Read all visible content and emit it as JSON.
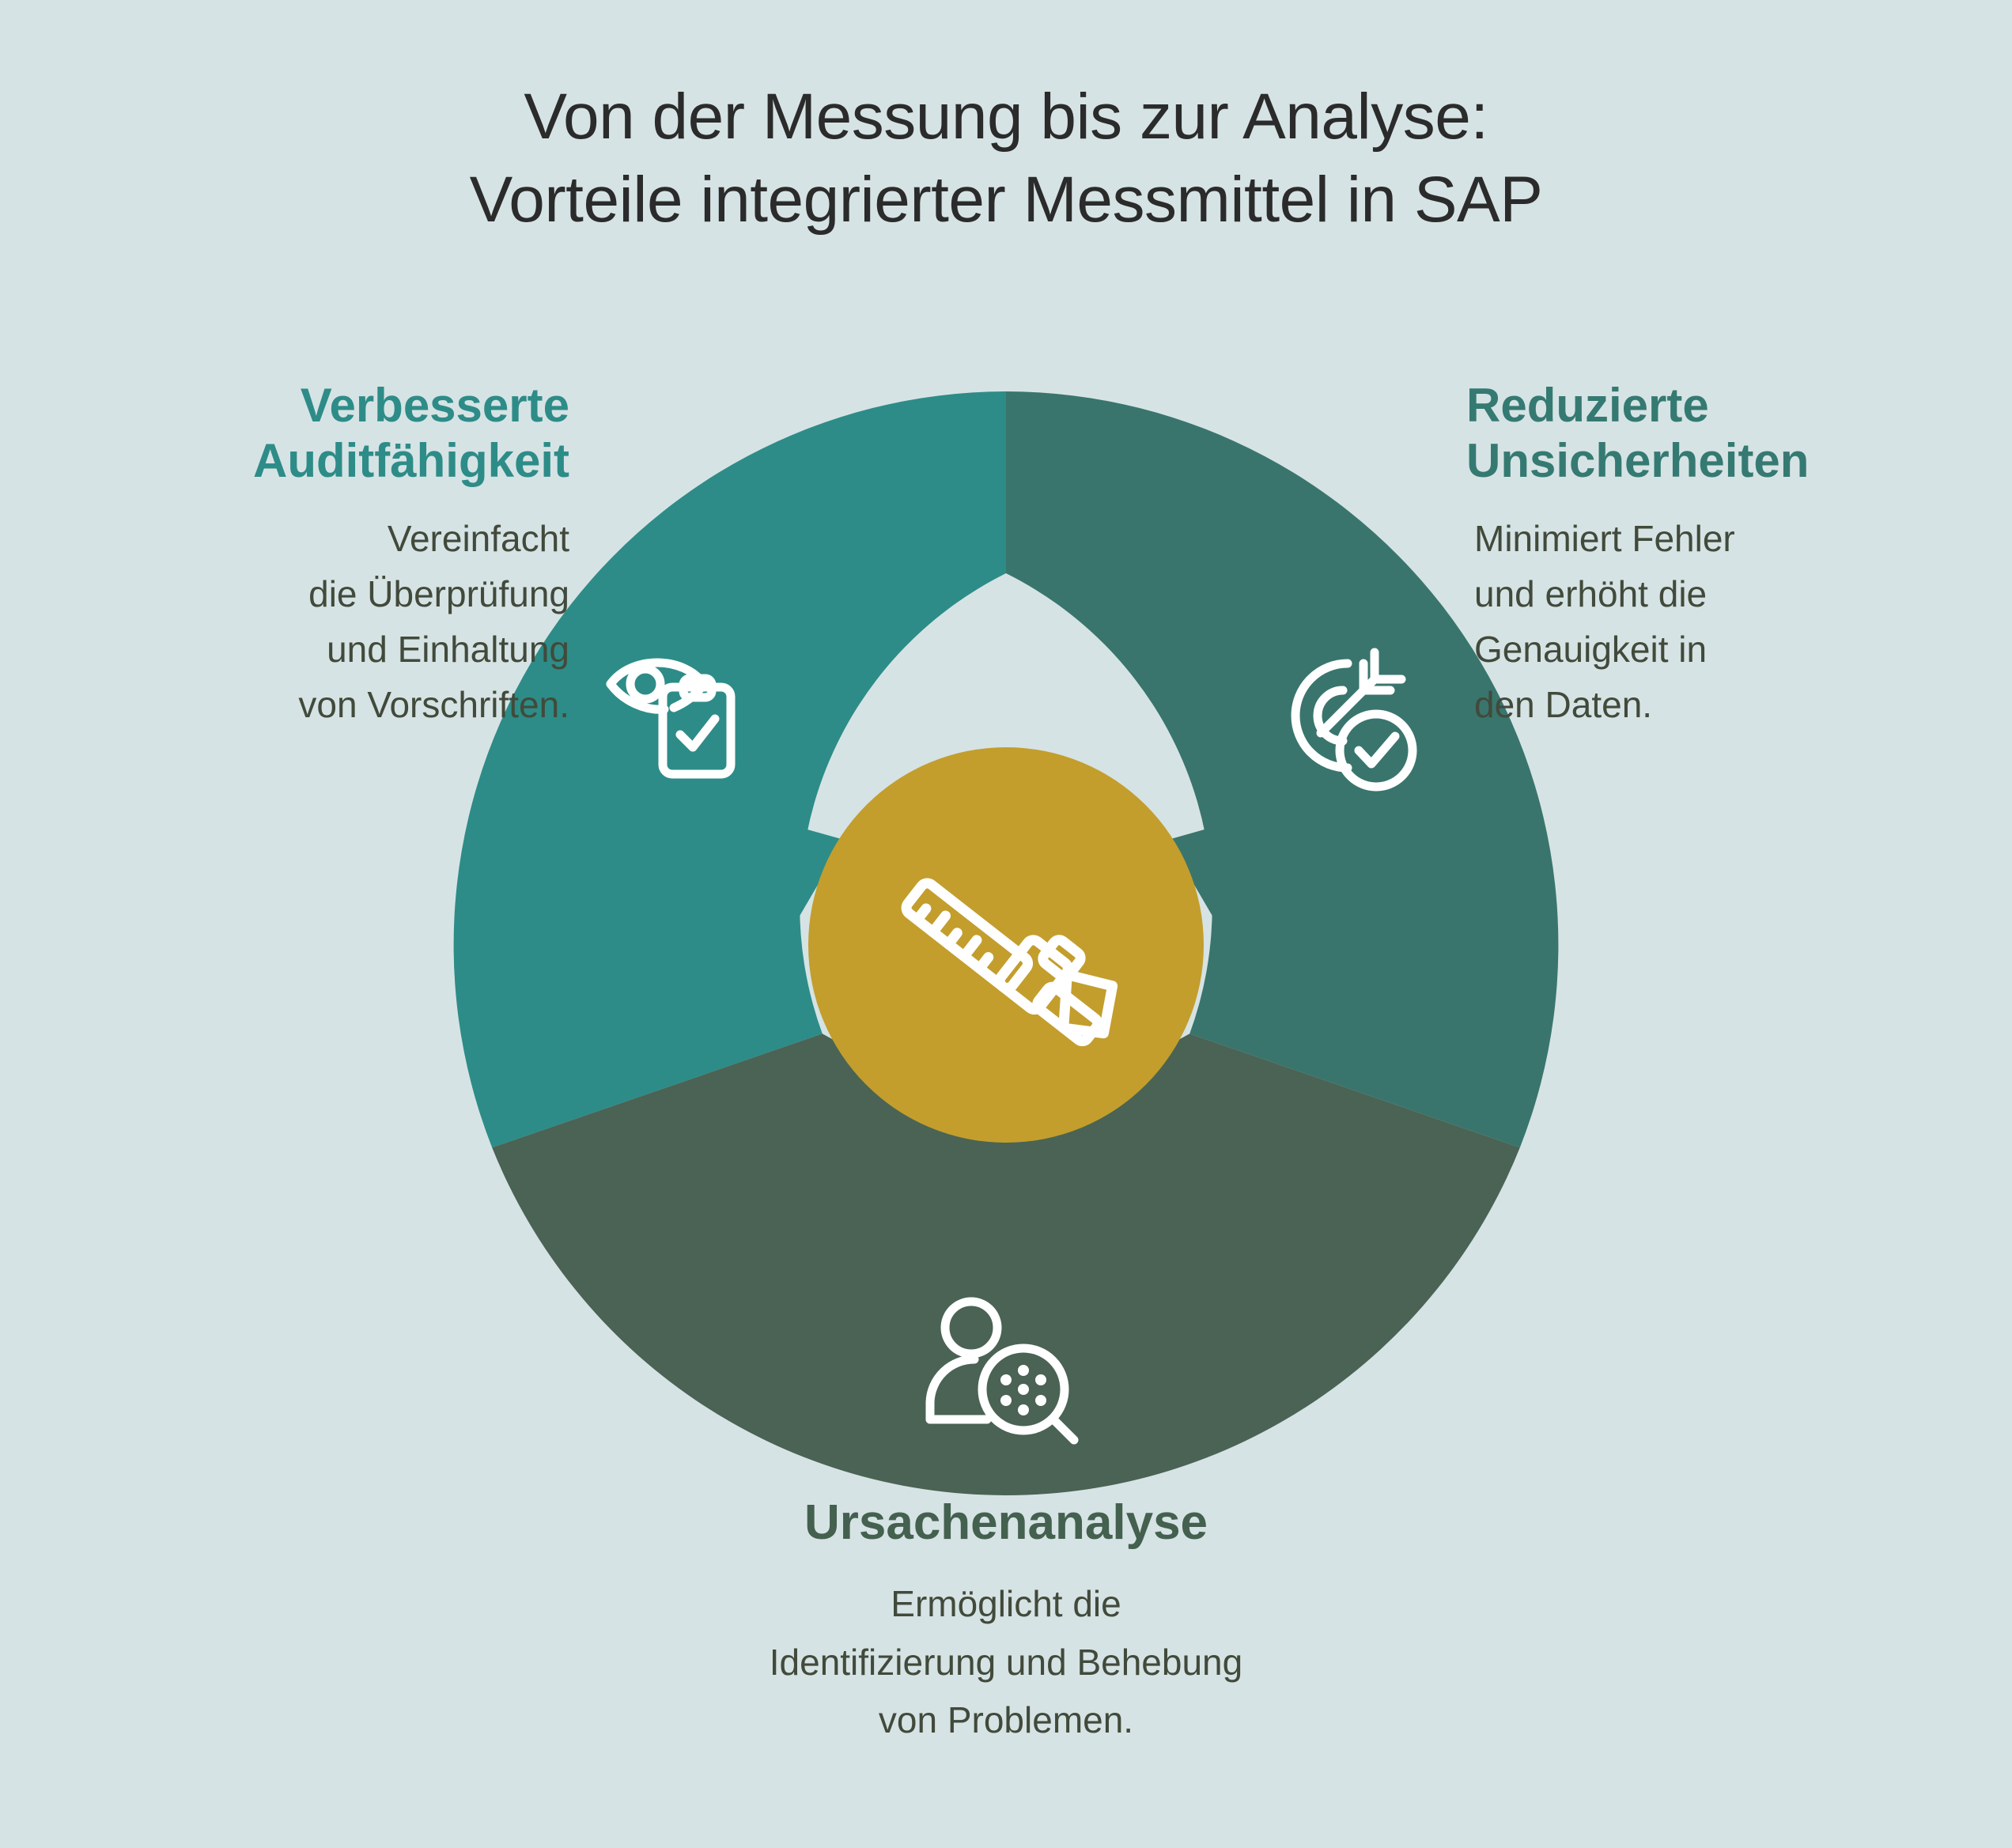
{
  "page": {
    "background_color": "#d6e3e4",
    "title_lines": [
      "Von der Messung bis zur Analyse:",
      "Vorteile integrierter Messmittel in SAP"
    ],
    "title_color": "#2b2b2b"
  },
  "center": {
    "icon": "caliper-icon",
    "circle_color": "#c39e2d",
    "icon_color": "#ffffff"
  },
  "segments": {
    "left": {
      "heading_lines": [
        "Verbesserte",
        "Auditfähigkeit"
      ],
      "body_lines": [
        "Vereinfacht",
        "die Überprüfung",
        "und Einhaltung",
        "von Vorschriften."
      ],
      "color": "#2d8c88",
      "heading_color": "#2d8c88",
      "body_color": "#414a3b",
      "icon": "eye-clipboard-check-icon"
    },
    "right": {
      "heading_lines": [
        "Reduzierte",
        "Unsicherheiten"
      ],
      "body_lines": [
        "Minimiert Fehler",
        "und erhöht die",
        "Genauigkeit in",
        "den Daten."
      ],
      "color": "#39756d",
      "heading_color": "#357a72",
      "body_color": "#414a3b",
      "icon": "target-arrow-check-icon"
    },
    "bottom": {
      "heading_lines": [
        "Ursachenanalyse"
      ],
      "body_lines": [
        "Ermöglicht die",
        "Identifizierung und Behebung",
        "von Problemen."
      ],
      "color": "#4a6354",
      "heading_color": "#44604f",
      "body_color": "#414a3b",
      "icon": "person-magnifier-icon"
    }
  }
}
